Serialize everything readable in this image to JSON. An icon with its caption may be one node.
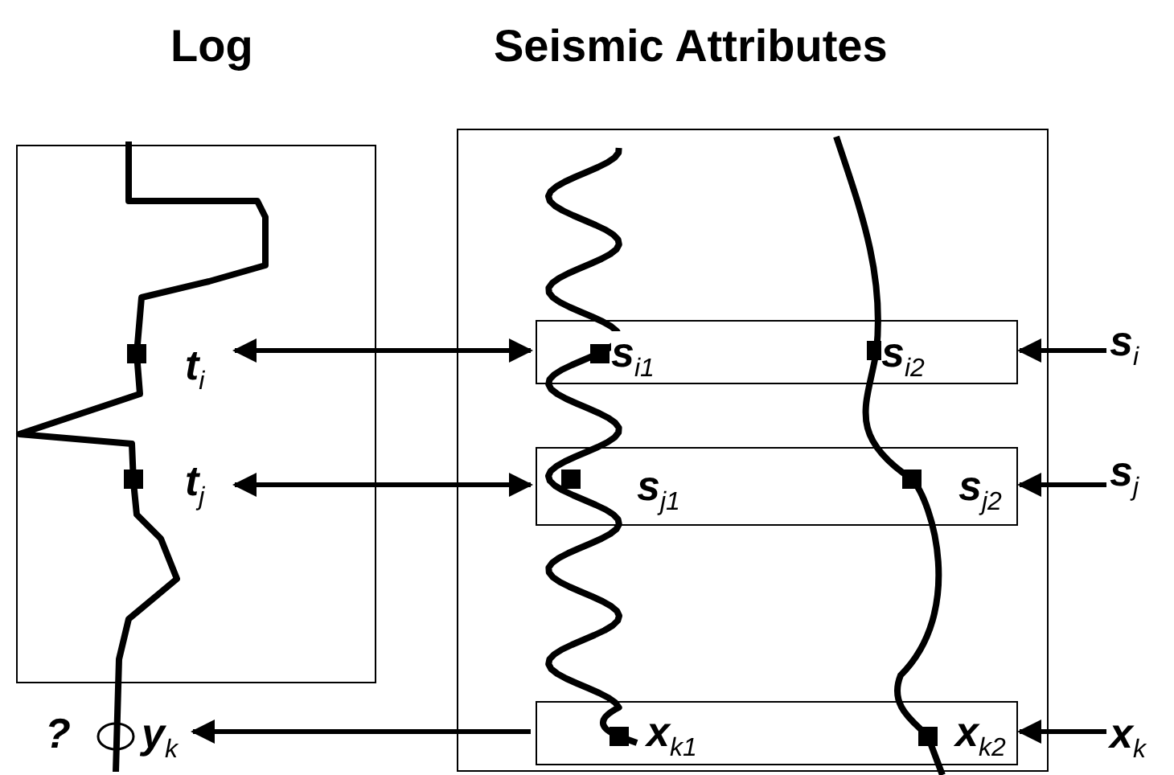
{
  "diagram": {
    "nodes": [
      {
        "text": [
          "Log"
        ]
      },
      {
        "text": [
          "Seismic Attributes"
        ]
      },
      {
        "text": [
          "s$_{i1}$",
          "s$_{i2}$"
        ],
        "in": 1
      },
      {
        "text": [
          "s$_{j1}$",
          "s$_{j2}$"
        ],
        "in": 1
      },
      {
        "text": [
          "x$_{k1}$",
          "x$_{k2}$"
        ],
        "in": 1
      },
      {
        "text": [
          "t$_{i}$"
        ],
        "in": 0
      },
      {
        "text": [
          "t$_{j}$"
        ],
        "in": 0
      },
      {
        "text": [
          "y$_{k}$"
        ],
        "beside": [
          "?"
        ]
      },
      {
        "text": [
          "s$_{i}$"
        ]
      },
      {
        "text": [
          "s$_{j}$"
        ]
      },
      {
        "text": [
          "x$_{k}$"
        ]
      }
    ],
    "edges": [
      {
        "from": 5,
        "to": 2,
        "arrow": "both"
      },
      {
        "from": 6,
        "to": 3,
        "arrow": "both"
      },
      {
        "from": 4,
        "to": 7,
        "arrow": "to"
      },
      {
        "from": 8,
        "to": 2,
        "arrow": "to"
      },
      {
        "from": 9,
        "to": 3,
        "arrow": "to"
      },
      {
        "from": 10,
        "to": 4,
        "arrow": "to"
      }
    ]
  }
}
